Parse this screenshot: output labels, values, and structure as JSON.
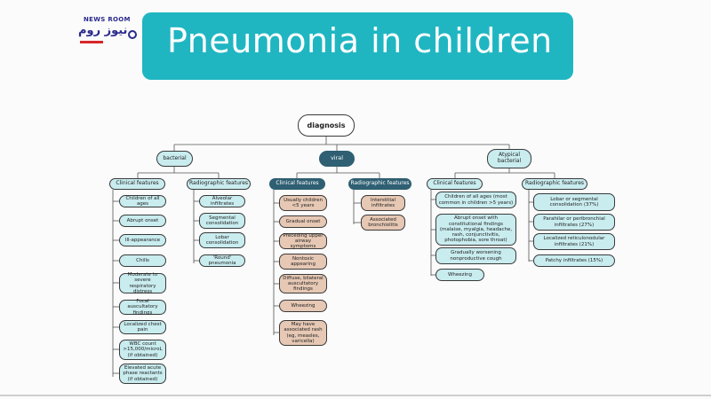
{
  "header": {
    "title": "Pneumonia in children",
    "accent": "#1fb6c2"
  },
  "logo": {
    "top_text": "NEWS ROOM",
    "main_text": "نیوز روم"
  },
  "colors": {
    "light_node": "#c9ecef",
    "dark_node": "#2f5f72",
    "tan_node": "#e6c8b4"
  },
  "tree": {
    "root": "diagnosis",
    "categories": [
      {
        "label": "bacterial",
        "clinical_header": "Clinical features",
        "clinical": [
          "Children of all ages",
          "Abrupt onset",
          "Ill-appearance",
          "Chills",
          "Moderate to severe respiratory distress",
          "Focal auscultatory findings",
          "Localized chest pain",
          "WBC count >15,000/microL (if obtained)",
          "Elevated acute phase reactants (if obtained)"
        ],
        "radio_header": "Radiographic features",
        "radio": [
          "Alveolar infiltrates",
          "Segmental consolidation",
          "Lobar consolidation",
          "'Round' pneumonia"
        ]
      },
      {
        "label": "viral",
        "clinical_header": "Clinical features",
        "clinical": [
          "Usually children <5 years",
          "Gradual onset",
          "Preceding upper airway symptoms",
          "Nontoxic appearing",
          "Diffuse, bilateral auscultatory findings",
          "Wheezing",
          "May have associated rash (eg, measles, varicella)"
        ],
        "radio_header": "Radiographic features",
        "radio": [
          "Interstitial infiltrates",
          "Associated bronchiolitis"
        ]
      },
      {
        "label": "Atypical bacterial",
        "clinical_header": "Clinical features",
        "clinical": [
          "Children of all ages (most common in children >5 years)",
          "Abrupt onset with constitutional findings (malaise, myalgia, headache, rash, conjunctivitis, photophobia, sore throat)",
          "Gradually worsening nonproductive cough",
          "Wheezing"
        ],
        "radio_header": "Radiographic features",
        "radio": [
          "Lobar or segmental consolidation (37%)",
          "Parahilar or peribronchial infiltrates (27%)",
          "Localized reticulonodular infiltrates (21%)",
          "Patchy infiltrates (15%)"
        ]
      }
    ]
  }
}
